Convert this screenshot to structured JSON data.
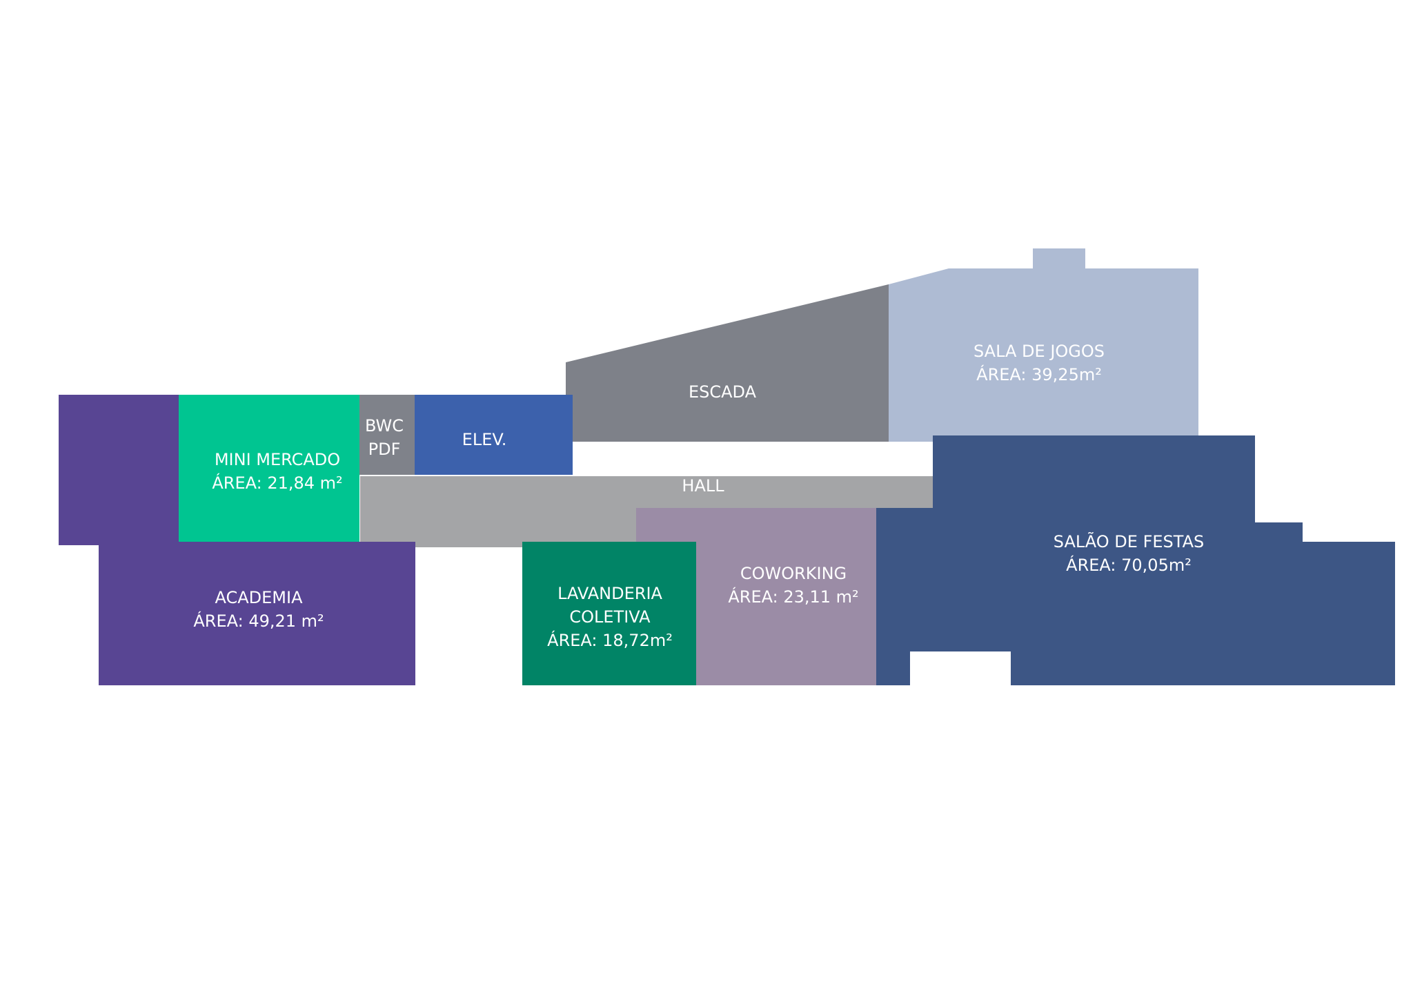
{
  "rooms": {
    "academia": {
      "name": "ACADEMIA",
      "area": "ÁREA: 49,21 m²",
      "color": "#584593"
    },
    "mini_mercado": {
      "name": "MINI MERCADO",
      "area": "ÁREA: 21,84 m²",
      "color": "#00C591"
    },
    "bwc": {
      "line1": "BWC",
      "line2": "PDF",
      "color": "#7F828A"
    },
    "elev": {
      "name": "ELEV.",
      "color": "#3C61AC"
    },
    "escada": {
      "name": "ESCADA",
      "color": "#7E8189"
    },
    "hall": {
      "name": "HALL",
      "color": "#A4A5A7"
    },
    "sala_jogos": {
      "name": "SALA DE JOGOS",
      "area": "ÁREA: 39,25m²",
      "color": "#AEBBD3"
    },
    "salao_festas": {
      "name": "SALÃO DE FESTAS",
      "area": "ÁREA: 70,05m²",
      "color": "#3D5685"
    },
    "coworking": {
      "name": "COWORKING",
      "area": "ÁREA: 23,11 m²",
      "color": "#9B8CA6"
    },
    "lavanderia": {
      "line1": "LAVANDERIA",
      "line2": "COLETIVA",
      "area": "ÁREA: 18,72m²",
      "color": "#018466"
    }
  }
}
